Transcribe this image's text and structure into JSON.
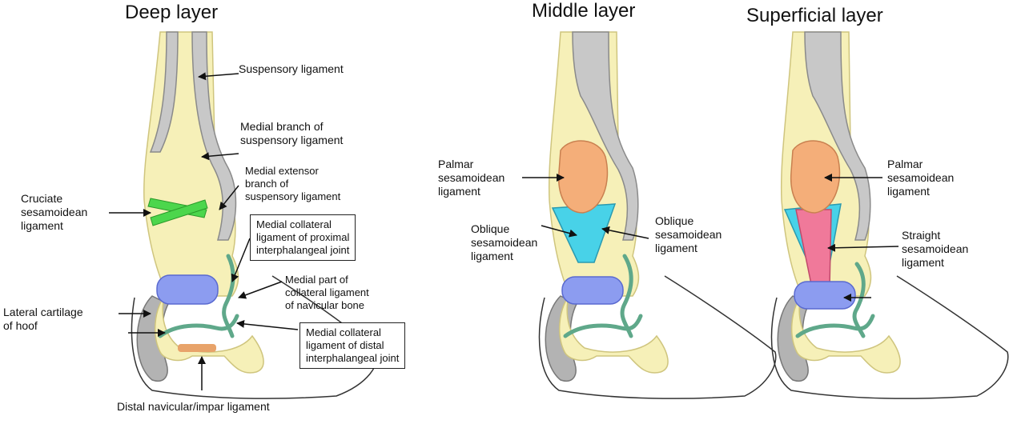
{
  "panels": {
    "deep": {
      "title": "Deep layer",
      "labels": {
        "suspensory": "Suspensory ligament",
        "medial_branch": "Medial branch of\nsuspensory ligament",
        "medial_extensor": "Medial extensor\nbranch of\nsuspensory ligament",
        "cruciate": "Cruciate\nsesamoidean\nligament",
        "medial_collateral_pip": "Medial collateral\nligament of proximal\ninterphalangeal joint",
        "medial_part_navicular": "Medial part of\ncollateral ligament\nof navicular bone",
        "lateral_cartilage": "Lateral cartilage\nof hoof",
        "medial_collateral_dip": "Medial collateral\nligament of distal\ninterphalangeal joint",
        "distal_navicular": "Distal navicular/impar ligament"
      }
    },
    "middle": {
      "title": "Middle layer",
      "labels": {
        "palmar": "Palmar\nsesamoidean\nligament",
        "oblique_left": "Oblique\nsesamoidean\nligament",
        "oblique_right": "Oblique\nsesamoidean\nligament"
      }
    },
    "superficial": {
      "title": "Superficial layer",
      "labels": {
        "palmar": "Palmar\nsesamoidean\nligament",
        "straight": "Straight\nsesamoidean\nligament"
      }
    }
  },
  "colors": {
    "bone": "#f6f0b8",
    "bone_stroke": "#cfc57e",
    "tendon": "#c8c8c8",
    "tendon_stroke": "#8a8a8a",
    "cruciate": "#4cd64c",
    "collateral": "#5fa88a",
    "navicular": "#8c9cf0",
    "palmar": "#f4ae79",
    "oblique": "#48d2e8",
    "straight": "#f0799a",
    "cartilage": "#b3b3b3",
    "impar": "#e8a36a"
  }
}
